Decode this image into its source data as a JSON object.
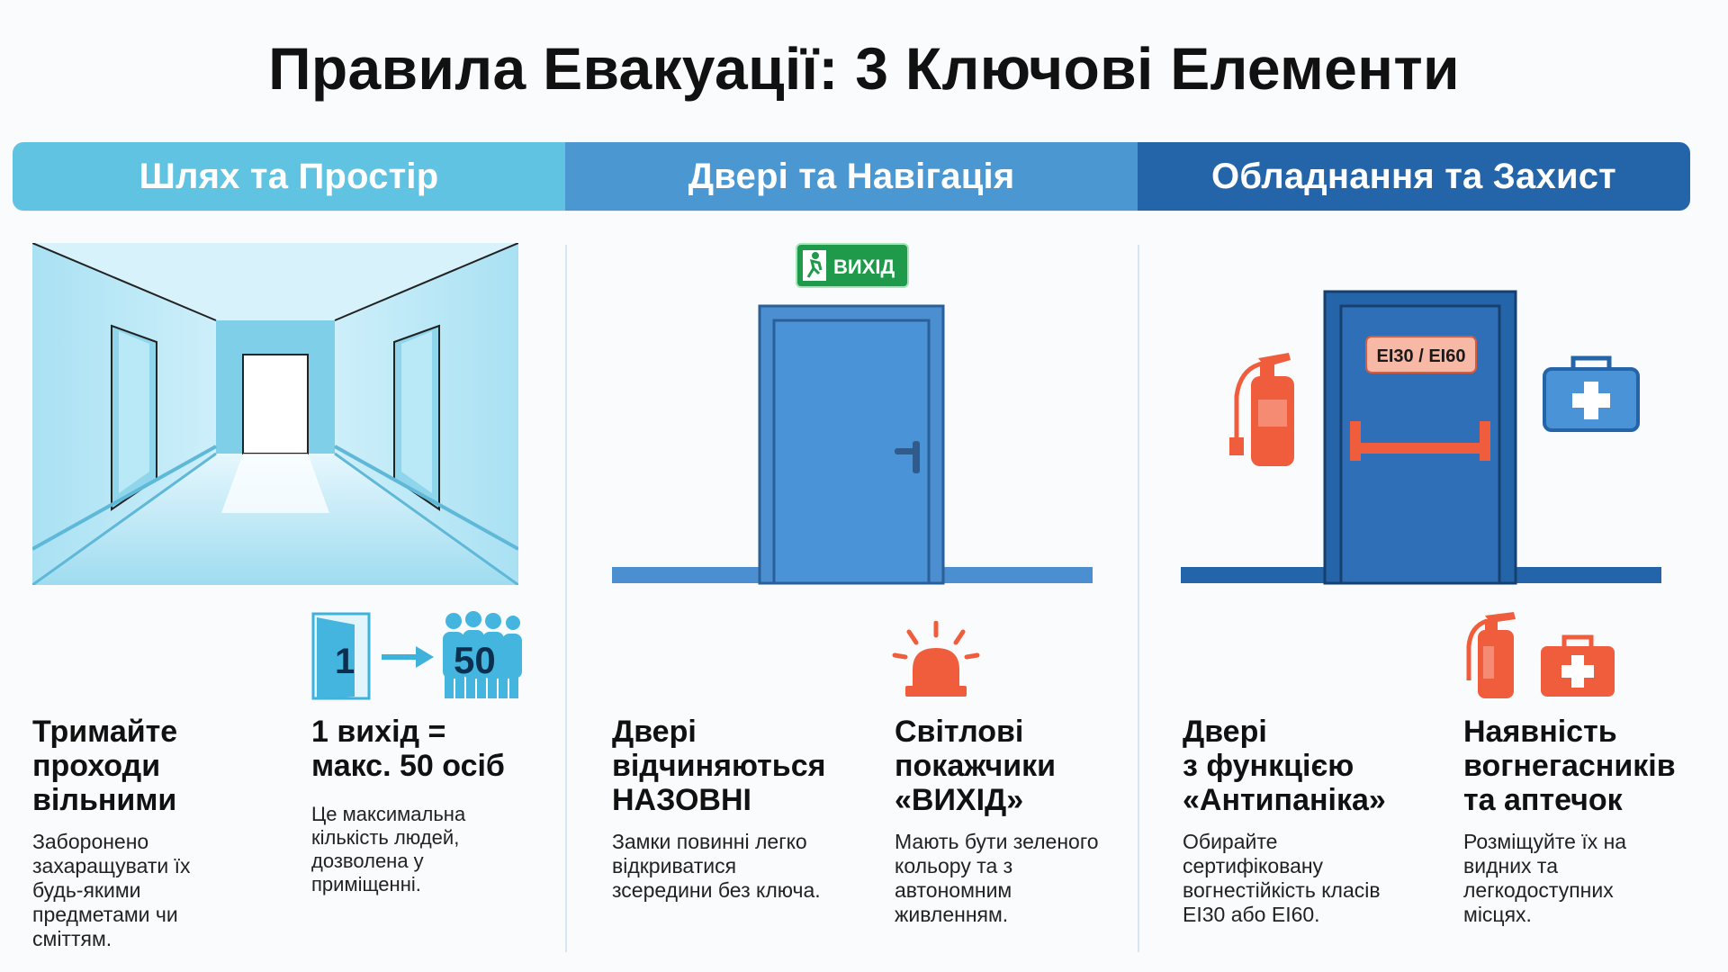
{
  "title": "Правила Евакуації: 3 Ключові Елементи",
  "columns": [
    {
      "header": "Шлях та Простір"
    },
    {
      "header": "Двері та Навігація"
    },
    {
      "header": "Обладнання та Захист"
    }
  ],
  "icons": {
    "door_count": "1",
    "people_count": "50",
    "exit_sign": "ВИХІД",
    "fire_class_label": "EI30 / EI60"
  },
  "items": [
    {
      "title": [
        "Тримайте",
        "проходи",
        "вільними"
      ],
      "body": [
        "Заборонено",
        "захаращувати їх",
        "будь-якими",
        "предметами чи",
        "сміттям."
      ]
    },
    {
      "title": [
        "1 вихід =",
        "макс. 50 осіб"
      ],
      "body": [
        "Це максимальна",
        "кількість людей,",
        "дозволена у",
        "приміщенні."
      ]
    },
    {
      "title": [
        "Двері",
        "відчиняються",
        "НАЗОВНІ"
      ],
      "body": [
        "Замки повинні легко",
        "відкриватися",
        "зсередини без ключа."
      ]
    },
    {
      "title": [
        "Світлові",
        "покажчики",
        "«ВИХІД»"
      ],
      "body": [
        "Мають бути зеленого",
        "кольору та з",
        "автономним",
        "живленням."
      ]
    },
    {
      "title": [
        "Двері",
        "з функцією",
        "«Антипаніка»"
      ],
      "body": [
        "Обирайте",
        "сертифіковану",
        "вогнестійкість класів",
        "EI30 або EI60."
      ]
    },
    {
      "title": [
        "Наявність",
        "вогнегасників",
        "та аптечок"
      ],
      "body": [
        "Розміщуйте їх на",
        "видних та",
        "легкодоступних",
        "місцях."
      ]
    }
  ],
  "colors": {
    "header_1": "#61c3e2",
    "header_2": "#4b97d1",
    "header_3": "#2465aa",
    "door_blue": "#4b8fd0",
    "safety_red": "#ef5d3d",
    "exit_green": "#1f9a4a"
  }
}
